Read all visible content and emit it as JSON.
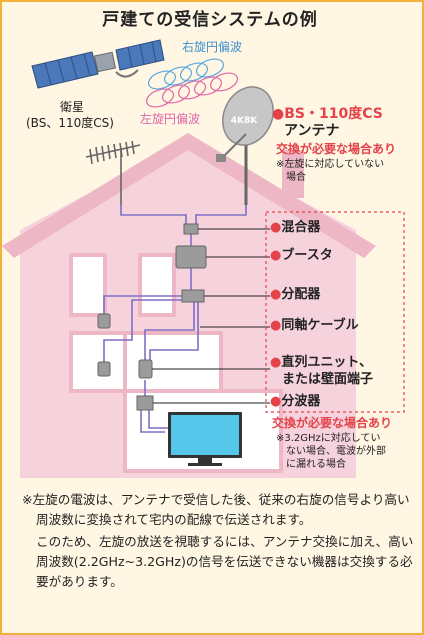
{
  "title": "戸建ての受信システムの例",
  "labels": {
    "right_wave": "右旋円偏波",
    "left_wave": "左旋円偏波",
    "satellite": "衛星",
    "satellite_sub": "(BS、110度CS)",
    "antenna_badge": "4K8K",
    "antenna_title_1": "●BS・110度CS",
    "antenna_title_2": "アンテナ",
    "replace_needed_1": "交換が必要な場合あり",
    "antenna_note_1": "※左旋に対応していない",
    "antenna_note_2": "場合",
    "mixer": "混合器",
    "booster": "ブースタ",
    "splitter": "分配器",
    "coax": "同軸ケーブル",
    "unit_1": "直列ユニット、",
    "unit_2": "または壁面端子",
    "demux": "分波器",
    "replace_needed_2": "交換が必要な場合あり",
    "demux_note_1": "※3.2GHzに対応してい",
    "demux_note_2": "ない場合、電波が外部",
    "demux_note_3": "に漏れる場合"
  },
  "footer": {
    "para1": "※左旋の電波は、アンテナで受信した後、従来の右旋の信号より高い周波数に変換されて宅内の配線で伝送されます。",
    "para2": "このため、左旋の放送を視聴するには、アンテナ交換に加え、高い周波数(2.2GHz~3.2GHz)の信号を伝送できない機器は交換する必要があります。"
  },
  "colors": {
    "frame_border": "#f2b13a",
    "background": "#fff6e3",
    "house": "#edb7c6",
    "house_light": "#f6d2dc",
    "cable": "#7f6fc4",
    "accent_red": "#e4434a",
    "right_wave": "#5aa8e0",
    "left_wave": "#e066a8",
    "tv_screen": "#55c7ea"
  }
}
